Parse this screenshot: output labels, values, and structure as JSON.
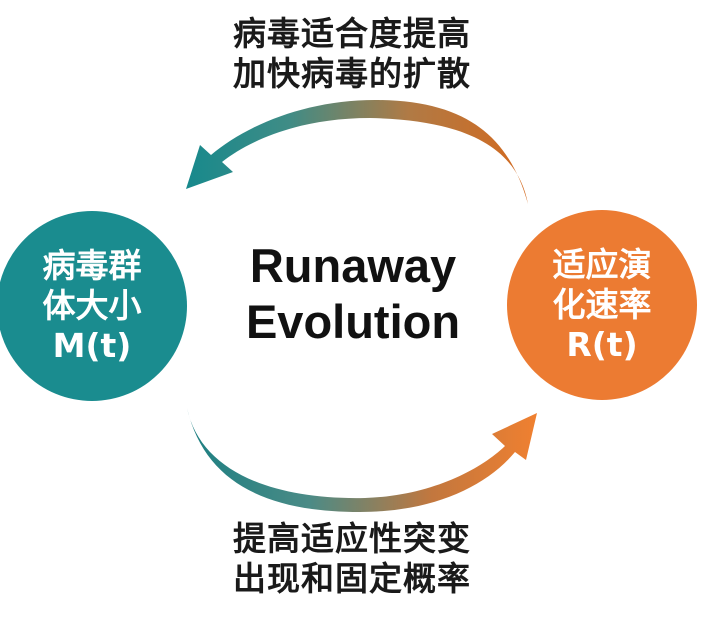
{
  "top_caption": {
    "line1": "病毒适合度提高",
    "line2": "加快病毒的扩散"
  },
  "bottom_caption": {
    "line1": "提高适应性突变",
    "line2": "出现和固定概率"
  },
  "center_title": {
    "line1": "Runaway",
    "line2": "Evolution"
  },
  "left_node": {
    "line1": "病毒群",
    "line2": "体大小",
    "line3": "M(t)",
    "color": "#1a8c8f"
  },
  "right_node": {
    "line1": "适应演",
    "line2": "化速率",
    "line3": "R(t)",
    "color": "#ec7b32"
  },
  "arrow_colors": {
    "teal": "#1f8a8c",
    "orange": "#ee7d31"
  }
}
